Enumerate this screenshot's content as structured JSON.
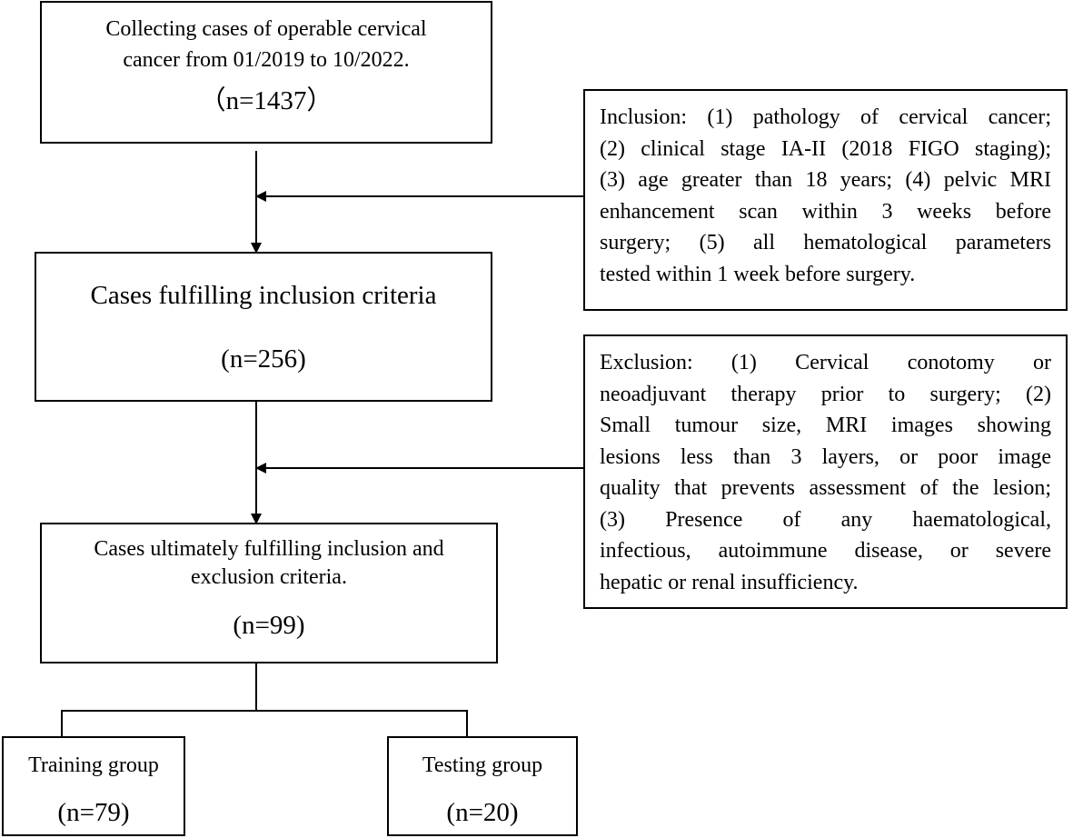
{
  "collecting": {
    "line1": "Collecting cases of operable cervical",
    "line2": "cancer from 01/2019 to 10/2022.",
    "count": "（n=1437）"
  },
  "inclusion_step": {
    "title": "Cases fulfilling inclusion criteria",
    "count": "(n=256)"
  },
  "final_step": {
    "line1": "Cases ultimately fulfilling inclusion and",
    "line2": "exclusion criteria.",
    "count": "(n=99)"
  },
  "training": {
    "label": "Training group",
    "count": "(n=79)"
  },
  "testing": {
    "label": "Testing group",
    "count": "(n=20)"
  },
  "inclusion_criteria": {
    "lines": [
      "Inclusion: (1) pathology of cervical cancer;",
      "(2) clinical stage IA-II (2018 FIGO staging);",
      "(3) age greater than 18 years; (4) pelvic MRI",
      "enhancement scan within 3 weeks before",
      "surgery; (5) all hematological parameters",
      "tested within 1 week before surgery."
    ]
  },
  "exclusion_criteria": {
    "lines": [
      "Exclusion: (1) Cervical conotomy or",
      "neoadjuvant therapy prior to surgery; (2)",
      "Small tumour size, MRI images showing",
      "lesions less than 3 layers, or poor image",
      "quality that prevents assessment of the lesion;",
      "(3) Presence of any haematological,",
      "infectious, autoimmune disease, or severe",
      "hepatic or renal insufficiency."
    ]
  }
}
